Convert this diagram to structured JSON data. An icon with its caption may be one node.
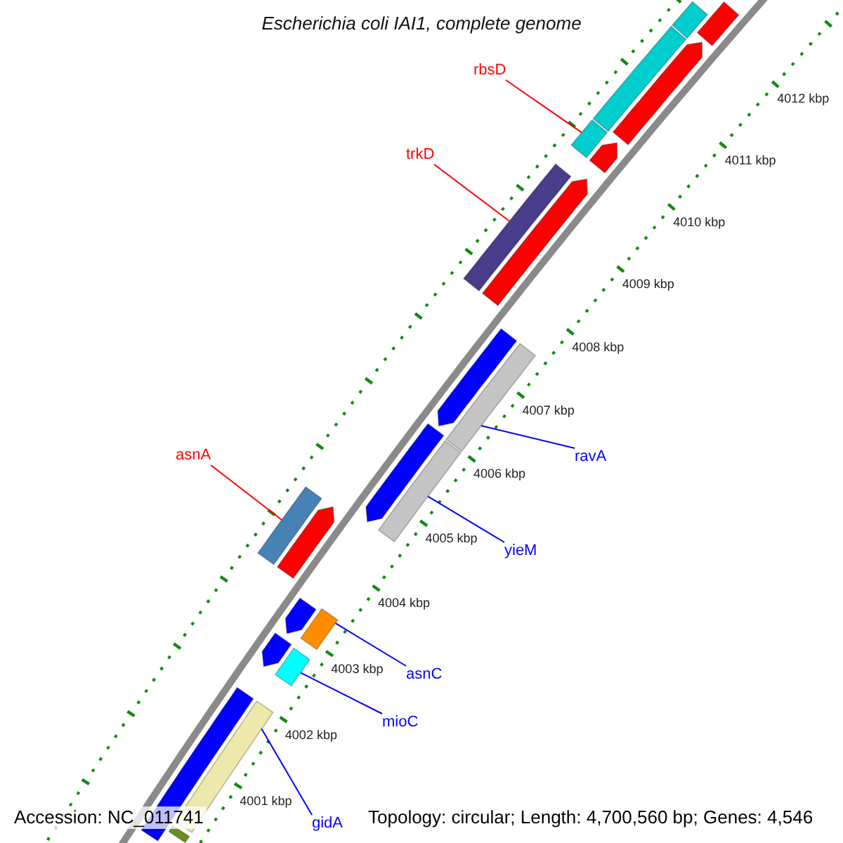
{
  "diagram": {
    "title": "Escherichia coli IAI1, complete genome",
    "nodes": [
      {
        "text": [
          "rbsD"
        ]
      },
      {
        "text": [],
        "shape": "bar"
      },
      {
        "text": [
          "trkD"
        ]
      },
      {
        "text": [],
        "shape": "bar"
      },
      {
        "text": [
          "asnA"
        ]
      },
      {
        "text": [],
        "shape": "bar"
      },
      {
        "text": [
          "ravA"
        ]
      },
      {
        "text": [],
        "shape": "bar"
      },
      {
        "text": [
          "yieM"
        ]
      },
      {
        "text": [],
        "shape": "bar"
      },
      {
        "text": [
          "asnC"
        ]
      },
      {
        "text": [],
        "shape": "bar"
      },
      {
        "text": [
          "mioC"
        ]
      },
      {
        "text": [],
        "shape": "bar"
      },
      {
        "text": [
          "gidA"
        ]
      },
      {
        "text": [],
        "shape": "bar"
      },
      {
        "text": [],
        "shape": "bar"
      },
      {
        "text": [],
        "shape": "bar"
      },
      {
        "text": [],
        "shape": "bar"
      },
      {
        "text": [],
        "shape": "bar"
      },
      {
        "text": [],
        "shape": "bar"
      },
      {
        "text": [],
        "shape": "bar"
      },
      {
        "text": [],
        "shape": "bar"
      },
      {
        "text": [],
        "shape": "bar"
      },
      {
        "text": [],
        "shape": "bar"
      },
      {
        "text": [],
        "shape": "bar"
      },
      {
        "text": [],
        "shape": "bar"
      },
      {
        "text": [],
        "shape": "bar"
      },
      {
        "text": [],
        "shape": "bar"
      }
    ],
    "edges": [
      {
        "from": 0,
        "to": 1,
        "arrow": "none",
        "color": "#ff0000"
      },
      {
        "from": 2,
        "to": 3,
        "arrow": "none",
        "color": "#ff0000"
      },
      {
        "from": 4,
        "to": 5,
        "arrow": "none",
        "color": "#ff0000"
      },
      {
        "from": 6,
        "to": 7,
        "arrow": "none"
      },
      {
        "from": 8,
        "to": 9,
        "arrow": "none"
      },
      {
        "from": 10,
        "to": 11,
        "arrow": "none"
      },
      {
        "from": 12,
        "to": 13,
        "arrow": "none"
      },
      {
        "from": 14,
        "to": 15,
        "arrow": "none"
      }
    ],
    "labels": [
      "4012 kbp",
      "4011 kbp",
      "4010 kbp",
      "4009 kbp",
      "4008 kbp",
      "4007 kbp",
      "4006 kbp",
      "4005 kbp",
      "4004 kbp",
      "4003 kbp",
      "4002 kbp",
      "4001 kbp",
      "Accession: NC_011741",
      "Topology: circular; Length: 4,700,560 bp; Genes: 4,546"
    ]
  }
}
